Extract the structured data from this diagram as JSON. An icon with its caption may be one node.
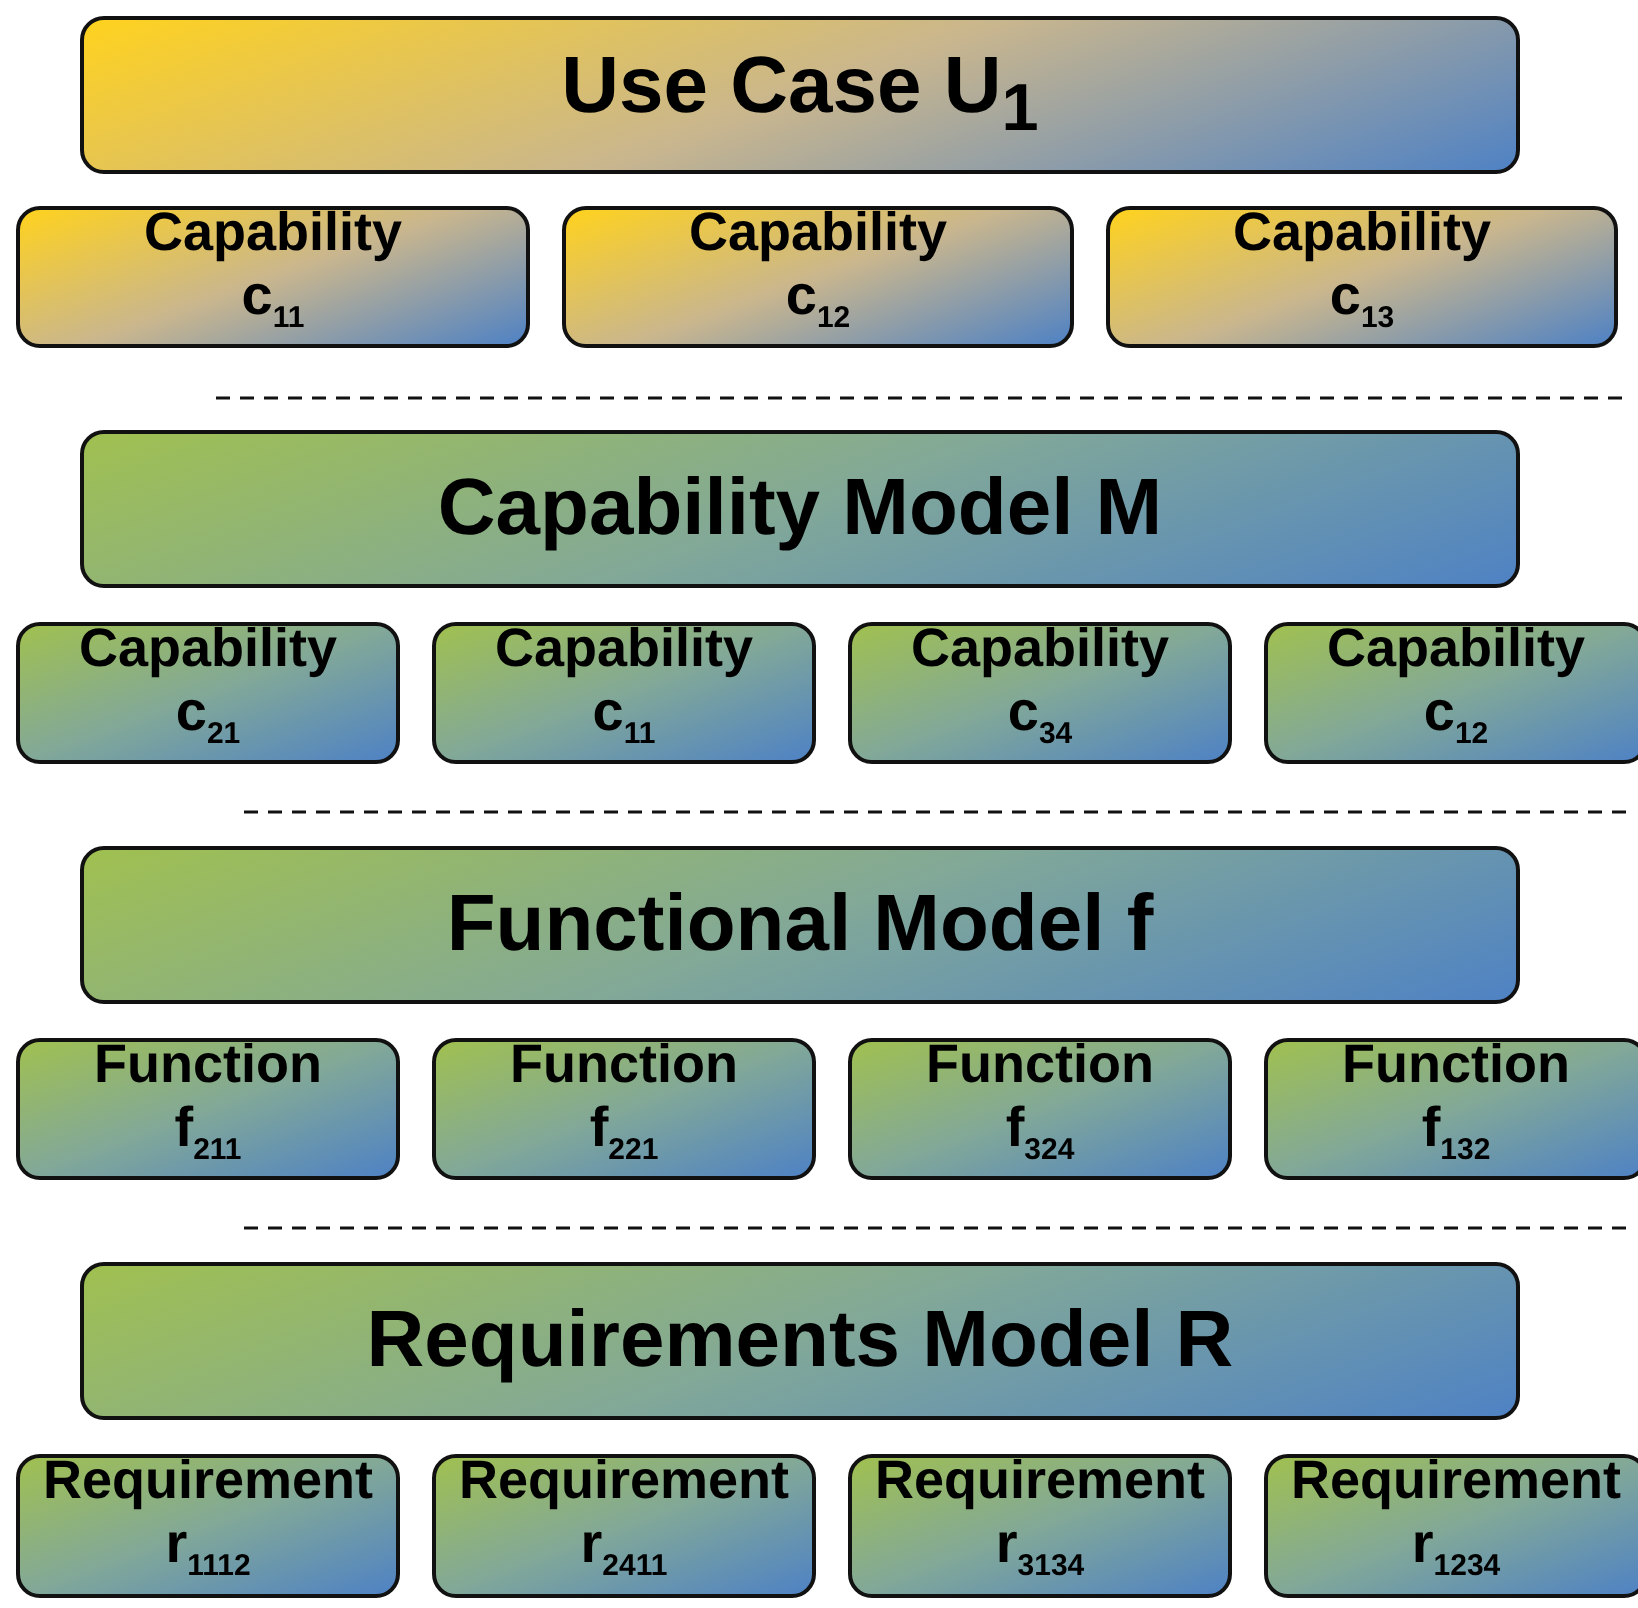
{
  "diagram": {
    "nodes": [
      {
        "text": [
          "Use Case U$_{1}$"
        ]
      },
      {
        "text": [
          "Capability",
          "c$_{11}$"
        ]
      },
      {
        "text": [
          "Capability",
          "c$_{12}$"
        ]
      },
      {
        "text": [
          "Capability",
          "c$_{13}$"
        ]
      },
      {
        "text": [
          "Capability Model M"
        ]
      },
      {
        "text": [
          "Capability",
          "c$_{21}$"
        ]
      },
      {
        "text": [
          "Capability",
          "c$_{11}$"
        ]
      },
      {
        "text": [
          "Capability",
          "c$_{34}$"
        ]
      },
      {
        "text": [
          "Capability",
          "c$_{12}$"
        ]
      },
      {
        "text": [
          "Functional Model f"
        ]
      },
      {
        "text": [
          "Function",
          "f$_{211}$"
        ]
      },
      {
        "text": [
          "Function",
          "f$_{221}$"
        ]
      },
      {
        "text": [
          "Function",
          "f$_{324}$"
        ]
      },
      {
        "text": [
          "Function",
          "f$_{132}$"
        ]
      },
      {
        "text": [
          "Requirements Model R"
        ]
      },
      {
        "text": [
          "Requirement",
          "r$_{1112}$"
        ]
      },
      {
        "text": [
          "Requirement",
          "r$_{2411}$"
        ]
      },
      {
        "text": [
          "Requirement",
          "r$_{3134}$"
        ]
      },
      {
        "text": [
          "Requirement",
          "r$_{1234}$"
        ]
      }
    ]
  }
}
